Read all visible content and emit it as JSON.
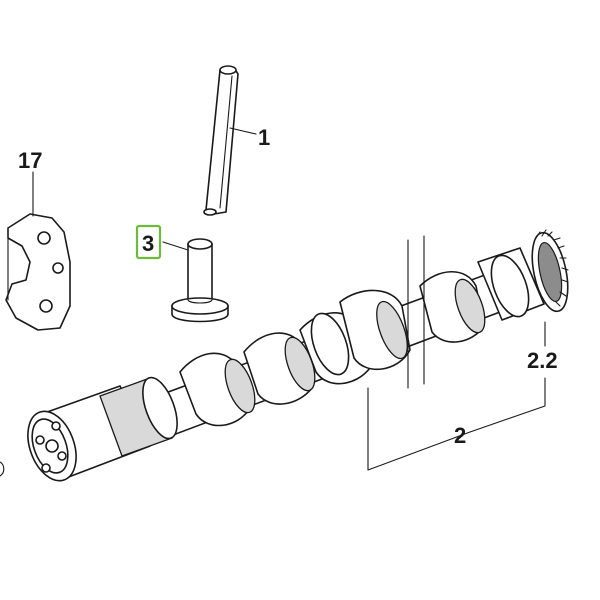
{
  "callouts": {
    "pushrod": "1",
    "camshaft": "2",
    "camshaft_gear": "2.2",
    "tappet": "3",
    "thrust_plate": "17"
  },
  "highlight_color": "#6dbb3b",
  "line_color": "#1a1a1a"
}
